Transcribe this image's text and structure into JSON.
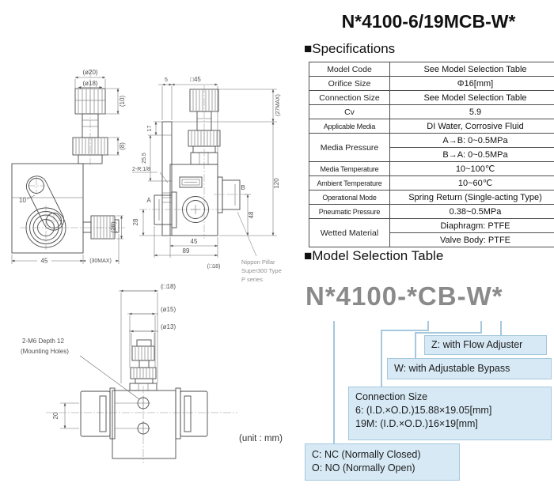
{
  "header": {
    "title": "N*4100-6/19MCB-W*"
  },
  "specifications": {
    "heading": "■Specifications",
    "rows": [
      {
        "label": "Model Code",
        "value": "See Model Selection Table"
      },
      {
        "label": "Orifice Size",
        "value": "Φ16[mm]"
      },
      {
        "label": "Connection Size",
        "value": "See Model Selection Table"
      },
      {
        "label": "Cv",
        "value": "5.9"
      },
      {
        "label": "Applicable Media",
        "value": "DI Water, Corrosive Fluid"
      },
      {
        "label": "Media Pressure",
        "value1": "A→B: 0~0.5MPa",
        "value2": "B→A: 0~0.5MPa"
      },
      {
        "label": "Media Temperature",
        "value": "10~100℃"
      },
      {
        "label": "Ambient Temperature",
        "value": "10~60℃"
      },
      {
        "label": "Operational Mode",
        "value": "Spring Return (Single-acting Type)"
      },
      {
        "label": "Pneumatic Pressure",
        "value": "0.38~0.5MPa"
      },
      {
        "label": "Wetted Material",
        "value1": "Diaphragm: PTFE",
        "value2": "Valve Body: PTFE"
      }
    ]
  },
  "model_selection": {
    "heading": "■Model Selection Table",
    "code": "N*4100-*CB-W*",
    "callout_z": "Z: with Flow Adjuster",
    "callout_w": "W: with Adjustable Bypass",
    "callout_conn": {
      "title": "Connection Size",
      "line1": "6: (I.D.×O.D.)15.88×19.05[mm]",
      "line2": "19M: (I.D.×O.D.)16×19[mm]"
    },
    "callout_co": {
      "line1": "C: NC (Normally Closed)",
      "line2": "O: NO (Normally Open)"
    },
    "accent_color": "#d6e9f5",
    "line_color": "#a5c8dd"
  },
  "drawings": {
    "unit_note": "(unit : mm)",
    "front_view": {
      "dia20": "(ø20)",
      "dia18": "(ø18)",
      "dim10_paren": "(10)",
      "dim8_paren": "(8)",
      "dim10": "10",
      "dim28_paren": "(28)",
      "dim45": "45",
      "dim30max": "(30MAX)"
    },
    "side_view": {
      "dim5": "5",
      "sq45": "□45",
      "dim27max": "(27MAX)",
      "dim17": "17",
      "dim25_5": "25.5",
      "ports_label": "2-R:1/8",
      "dim120": "120",
      "dim48": "48",
      "dim28": "28",
      "port_a": "A",
      "port_b": "B",
      "dim45": "45",
      "dim89": "89",
      "sq18_paren": "(□18)",
      "maker_line1": "Nippon Pillar",
      "maker_line2": "Super300 Type",
      "maker_line3": "P series"
    },
    "bottom_view": {
      "sq18": "(□18)",
      "dia15": "(ø15)",
      "dia13": "(ø13)",
      "mount_line1": "2-M6 Depth 12",
      "mount_line2": "(Mounting Holes)",
      "dim20": "20"
    }
  }
}
